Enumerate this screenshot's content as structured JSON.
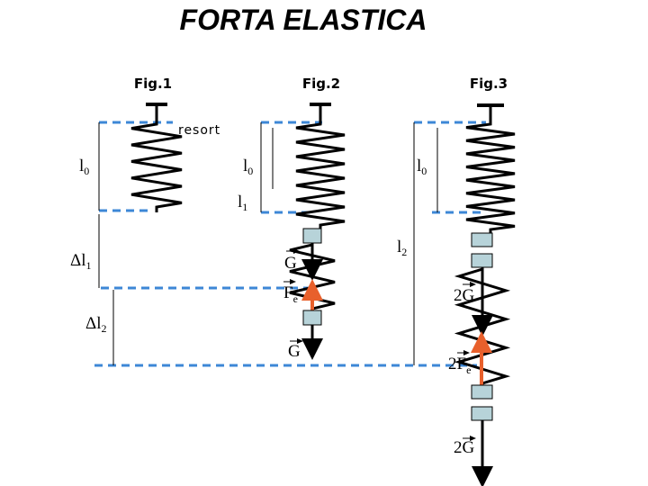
{
  "title": "FORTA ELASTICA",
  "figures": [
    "Fig.1",
    "Fig.2",
    "Fig.3"
  ],
  "labels": {
    "resort": "resort",
    "l0_main": "l",
    "l0_sub": "0",
    "l1_main": "l",
    "l1_sub": "1",
    "l2_main": "l",
    "l2_sub": "2",
    "dl1_main": "Δl",
    "dl1_sub": "1",
    "dl2_main": "Δl",
    "dl2_sub": "2",
    "G": "G",
    "Fe_main": "F",
    "Fe_sub": "e",
    "twoG": "2G",
    "twoFe_main": "2F",
    "twoFe_sub": "e"
  },
  "colors": {
    "dashed_line": "#3d87d6",
    "force_arrow": "#e8602c",
    "weight_block": "#b7d3d9",
    "spring": "#000000"
  }
}
